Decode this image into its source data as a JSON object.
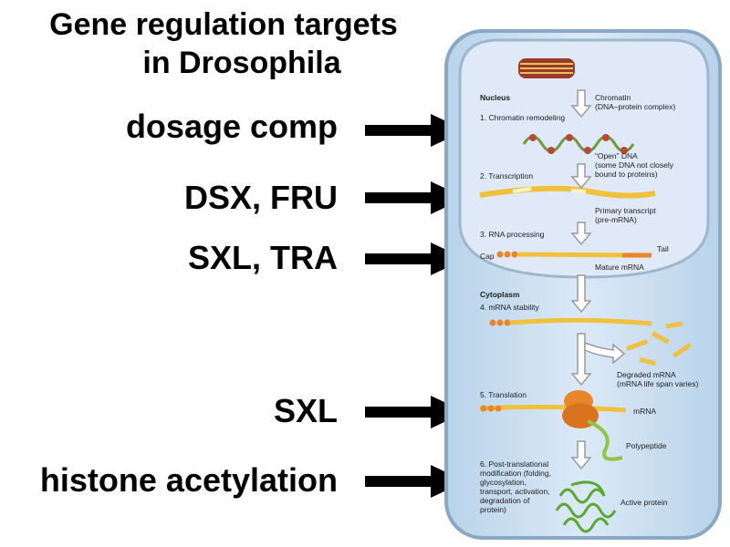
{
  "title": {
    "line1": "Gene regulation targets",
    "line2": "in Drosophila"
  },
  "targets": [
    {
      "label": "dosage comp"
    },
    {
      "label": "DSX, FRU"
    },
    {
      "label": "SXL, TRA"
    },
    {
      "label": "SXL"
    },
    {
      "label": "histone acetylation"
    }
  ],
  "figure": {
    "nucleus": "Nucleus",
    "cytoplasm": "Cytoplasm",
    "chromatin_1": "Chromatin",
    "chromatin_2": "(DNA–protein complex)",
    "step1": "1. Chromatin remodeling",
    "open_dna_1": "“Open” DNA",
    "open_dna_2": "(some DNA not closely",
    "open_dna_3": "bound to proteins)",
    "step2": "2. Transcription",
    "primary_1": "Primary transcript",
    "primary_2": "(pre-mRNA)",
    "step3": "3. RNA processing",
    "cap": "Cap",
    "tail": "Tail",
    "mature": "Mature mRNA",
    "step4": "4. mRNA stability",
    "degraded_1": "Degraded mRNA",
    "degraded_2": "(mRNA life span varies)",
    "step5": "5. Translation",
    "mrna": "mRNA",
    "polypeptide": "Polypeptide",
    "step6_1": "6. Post-translational",
    "step6_2": "modification (folding,",
    "step6_3": "glycosylation,",
    "step6_4": "transport, activation,",
    "step6_5": "degradation of",
    "step6_6": "protein)",
    "active": "Active protein"
  },
  "colors": {
    "cell_fill": "#cfe2f3",
    "cell_border": "#8aa8c4",
    "mrna_fill": "#f0c23c",
    "mrna_edge": "#c89418",
    "ribosome": "#e8862a",
    "polypeptide": "#8ec63f",
    "arrow": "#000000"
  }
}
